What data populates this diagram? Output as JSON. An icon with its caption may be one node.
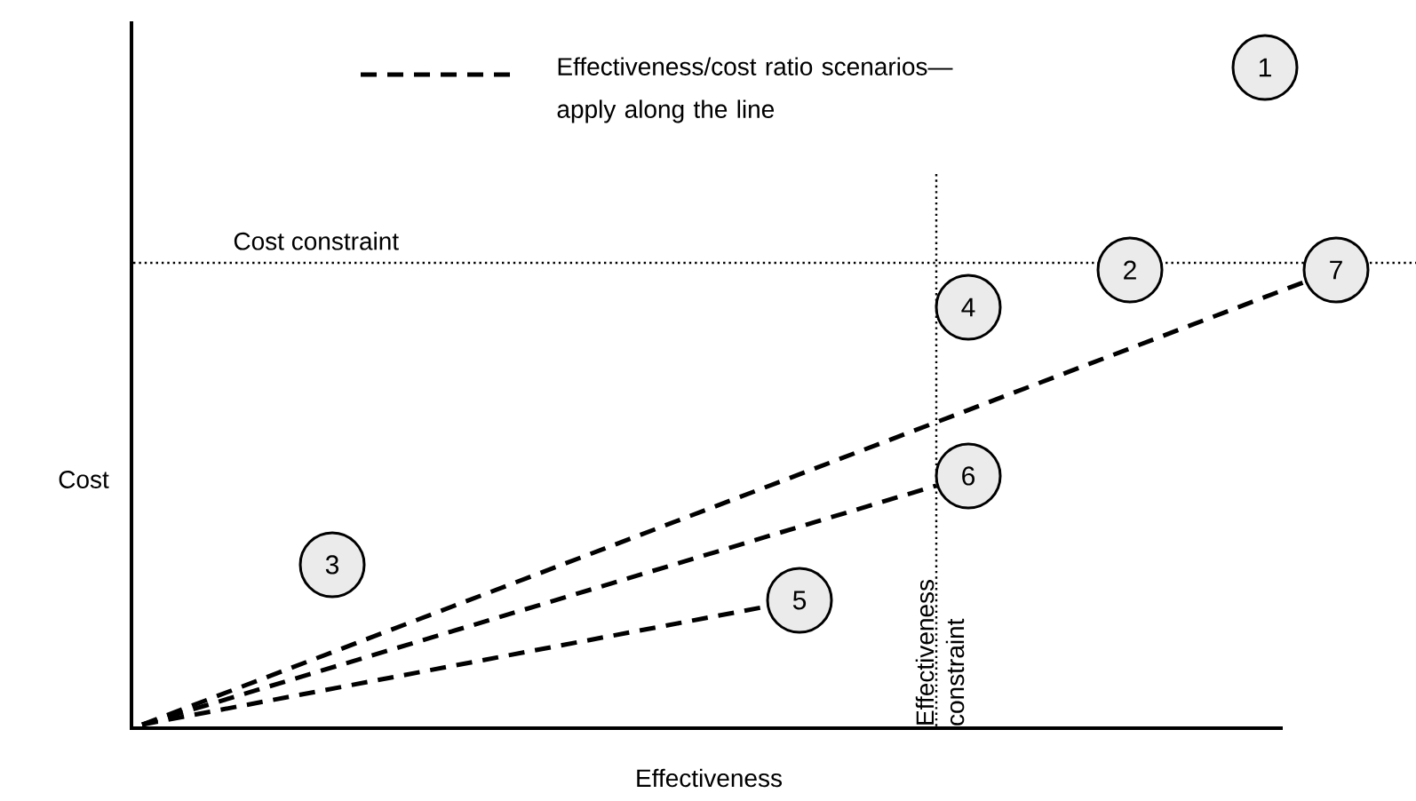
{
  "diagram": {
    "nodes": [
      {
        "text": [
          "1"
        ]
      },
      {
        "text": [
          "2"
        ]
      },
      {
        "text": [
          "7"
        ]
      },
      {
        "text": [
          "4"
        ]
      },
      {
        "text": [
          "6"
        ]
      },
      {
        "text": [
          "3"
        ]
      },
      {
        "text": [
          "5"
        ]
      }
    ],
    "edges": [
      {
        "from": null,
        "to": 2,
        "arrow": "none",
        "style": "dashed"
      },
      {
        "from": null,
        "to": 4,
        "arrow": "none",
        "style": "dashed"
      },
      {
        "from": null,
        "to": 6,
        "arrow": "none",
        "style": "dashed"
      }
    ],
    "labels": [
      "Cost constraint",
      "Cost",
      "Effectiveness constraint",
      "Effectiveness"
    ],
    "legend": [
      {
        "text": "Effectiveness/cost ratio scenarios—apply along the line"
      }
    ]
  }
}
